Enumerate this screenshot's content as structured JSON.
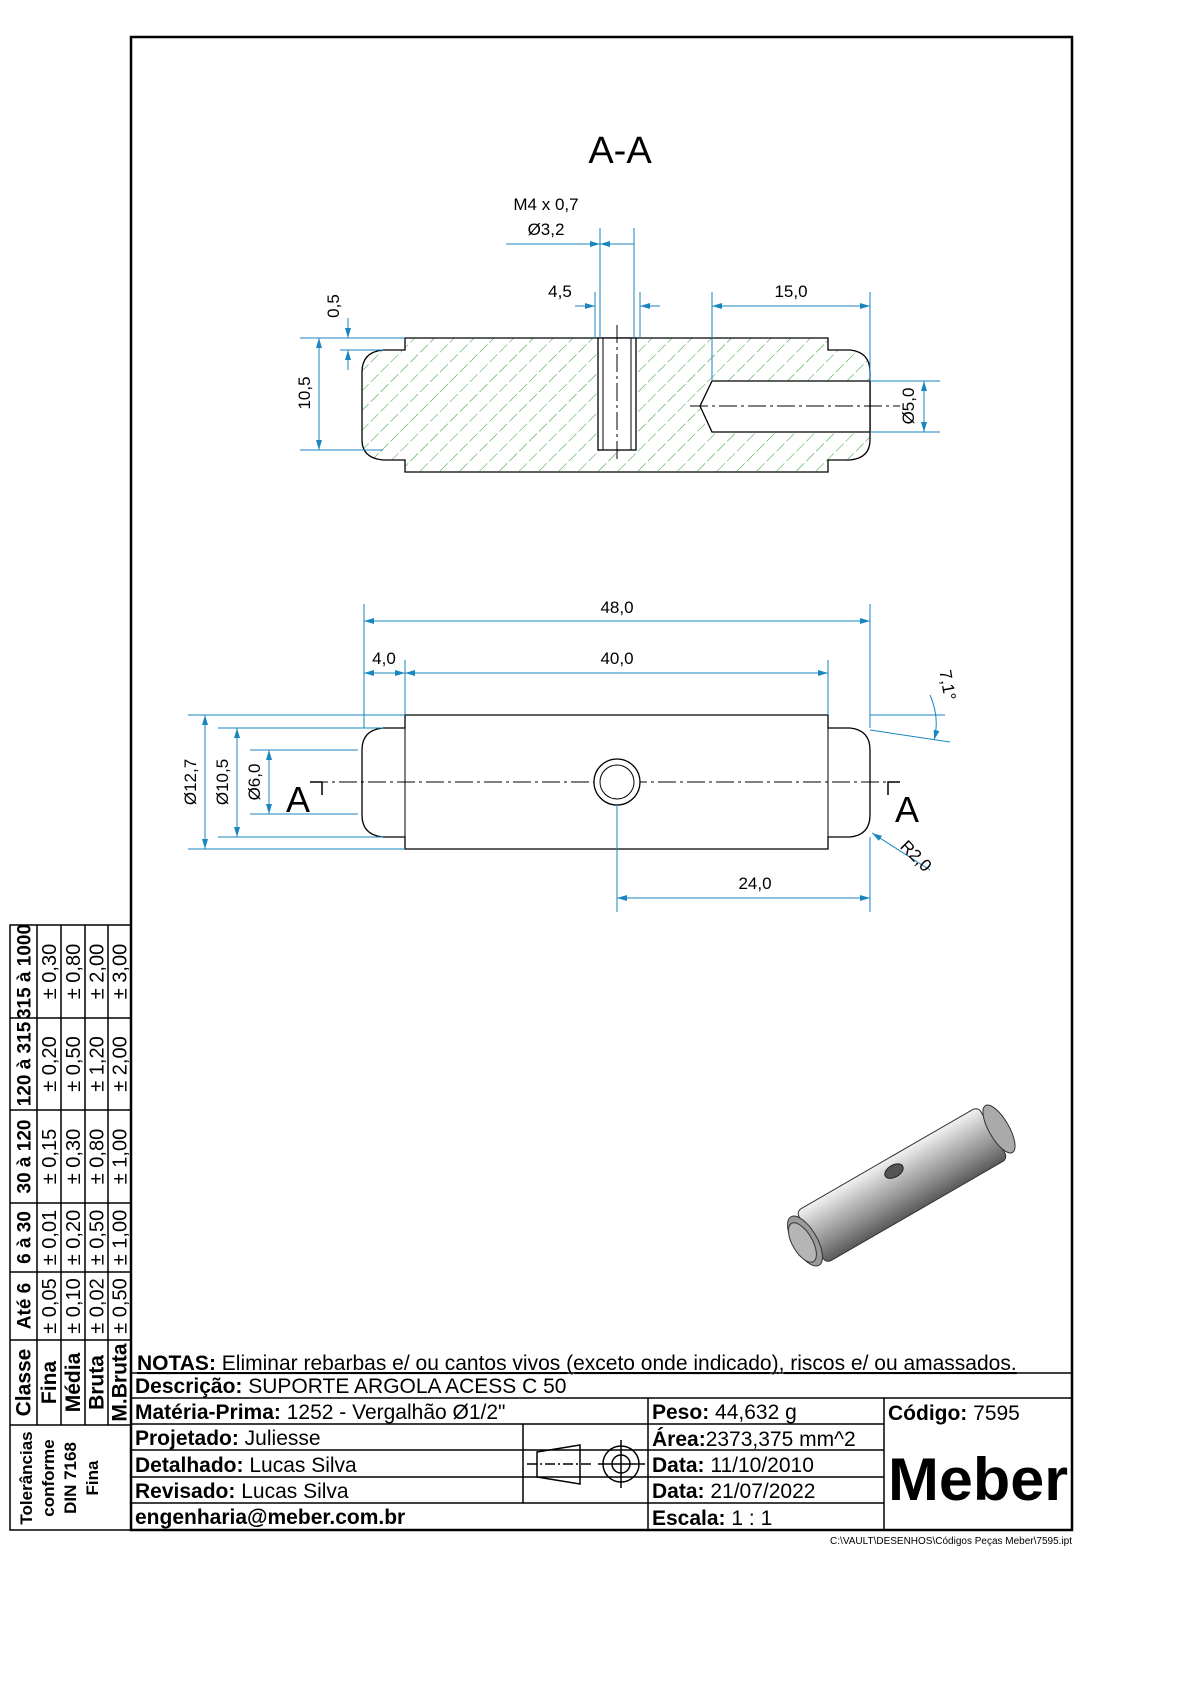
{
  "drawing": {
    "section_title": "A-A",
    "thread_label": "M4 x 0,7",
    "thread_drill": "Ø3,2",
    "dims_section": {
      "d1": "4,5",
      "d2": "15,0",
      "d3": "0,5",
      "d4": "10,5",
      "d5": "Ø5,0"
    },
    "dims_front": {
      "overall": "48,0",
      "chamfer": "4,0",
      "body": "40,0",
      "angle": "7,1°",
      "dia1": "Ø12,7",
      "dia2": "Ø10,5",
      "dia3": "Ø6,0",
      "hole_pos": "24,0",
      "radius": "R2,0"
    },
    "section_marker": "A",
    "hatch_color": "#2e9e2e",
    "dim_color": "#1a86bf"
  },
  "tolerances": {
    "header": "Classe",
    "classes": [
      "Fina",
      "Média",
      "Bruta",
      "M.Bruta"
    ],
    "ranges": [
      {
        "label": "Até 6",
        "values": [
          "± 0,05",
          "± 0,10",
          "± 0,02",
          "± 0,50"
        ]
      },
      {
        "label": "6 à 30",
        "values": [
          "± 0,01",
          "± 0,20",
          "± 0,50",
          "± 1,00"
        ]
      },
      {
        "label": "30 à 120",
        "values": [
          "± 0,15",
          "± 0,30",
          "± 0,80",
          "± 1,00"
        ]
      },
      {
        "label": "120 à 315",
        "values": [
          "± 0,20",
          "± 0,50",
          "± 1,20",
          "± 2,00"
        ]
      },
      {
        "label": "315 à 1000",
        "values": [
          "± 0,30",
          "± 0,80",
          "± 2,00",
          "± 3,00"
        ]
      }
    ],
    "standard_lines": [
      "Tolerâncias",
      "conforme",
      "DIN 7168",
      "Fina"
    ]
  },
  "title_block": {
    "notes_label": "NOTAS:",
    "notes_text": " Eliminar rebarbas e/ ou cantos vivos (exceto onde indicado), riscos e/ ou amassados.",
    "descricao_label": "Descrição:",
    "descricao": " SUPORTE ARGOLA ACESS C 50",
    "materia_label": "Matéria-Prima:",
    "materia": " 1252 - Vergalhão Ø1/2\"",
    "peso_label": "Peso:",
    "peso": " 44,632 g",
    "codigo_label": "Código:",
    "codigo": " 7595",
    "projetado_label": "Projetado:",
    "projetado": " Juliesse",
    "area_label": "Área:",
    "area": "2373,375 mm^2",
    "detalhado_label": "Detalhado:",
    "detalhado": " Lucas Silva",
    "data1_label": "Data:",
    "data1": " 11/10/2010",
    "revisado_label": "Revisado:",
    "revisado": " Lucas Silva",
    "data2_label": "Data:",
    "data2": " 21/07/2022",
    "email": "engenharia@meber.com.br",
    "escala_label": "Escala:",
    "escala": " 1 : 1",
    "logo": "Meber"
  },
  "file_path": "C:\\VAULT\\DESENHOS\\Códigos Peças Meber\\7595.ipt"
}
